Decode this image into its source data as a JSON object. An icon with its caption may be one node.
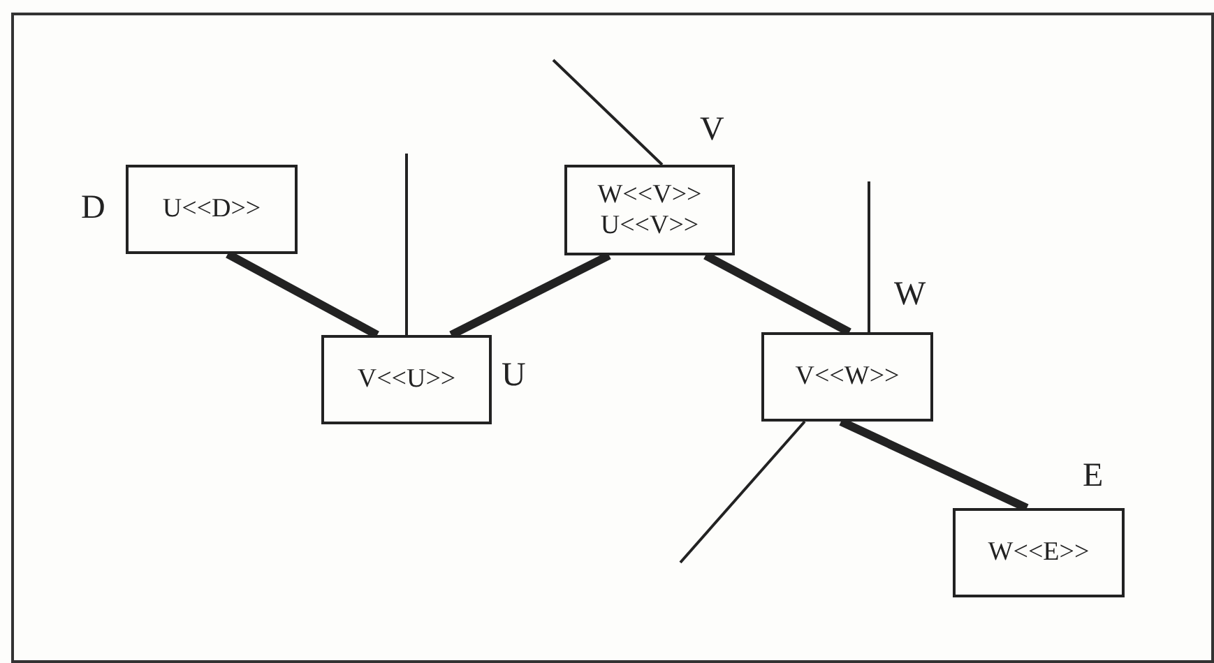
{
  "diagram": {
    "nodes": [
      {
        "text": [
          "U<<D>>"
        ],
        "beside": [
          "D"
        ]
      },
      {
        "text": [
          "V<<U>>"
        ],
        "beside": [
          "U"
        ]
      },
      {
        "text": [
          "W<<V>>",
          "U<<V>>"
        ],
        "beside": [
          "V"
        ]
      },
      {
        "text": [
          "V<<W>>"
        ],
        "beside": [
          "W"
        ]
      },
      {
        "text": [
          "W<<E>>"
        ],
        "beside": [
          "E"
        ]
      }
    ],
    "edges": [
      {
        "from": 0,
        "to": 1,
        "arrow": "none",
        "style": "thick"
      },
      {
        "from": 1,
        "to": 2,
        "arrow": "none",
        "style": "thick"
      },
      {
        "from": 2,
        "to": 3,
        "arrow": "none",
        "style": "thick"
      },
      {
        "from": 3,
        "to": 4,
        "arrow": "none",
        "style": "thick"
      },
      {
        "from": null,
        "to": 1,
        "arrow": "none"
      },
      {
        "from": null,
        "to": 2,
        "arrow": "none"
      },
      {
        "from": null,
        "to": 3,
        "arrow": "none"
      },
      {
        "from": 3,
        "to": null,
        "arrow": "none"
      }
    ]
  }
}
